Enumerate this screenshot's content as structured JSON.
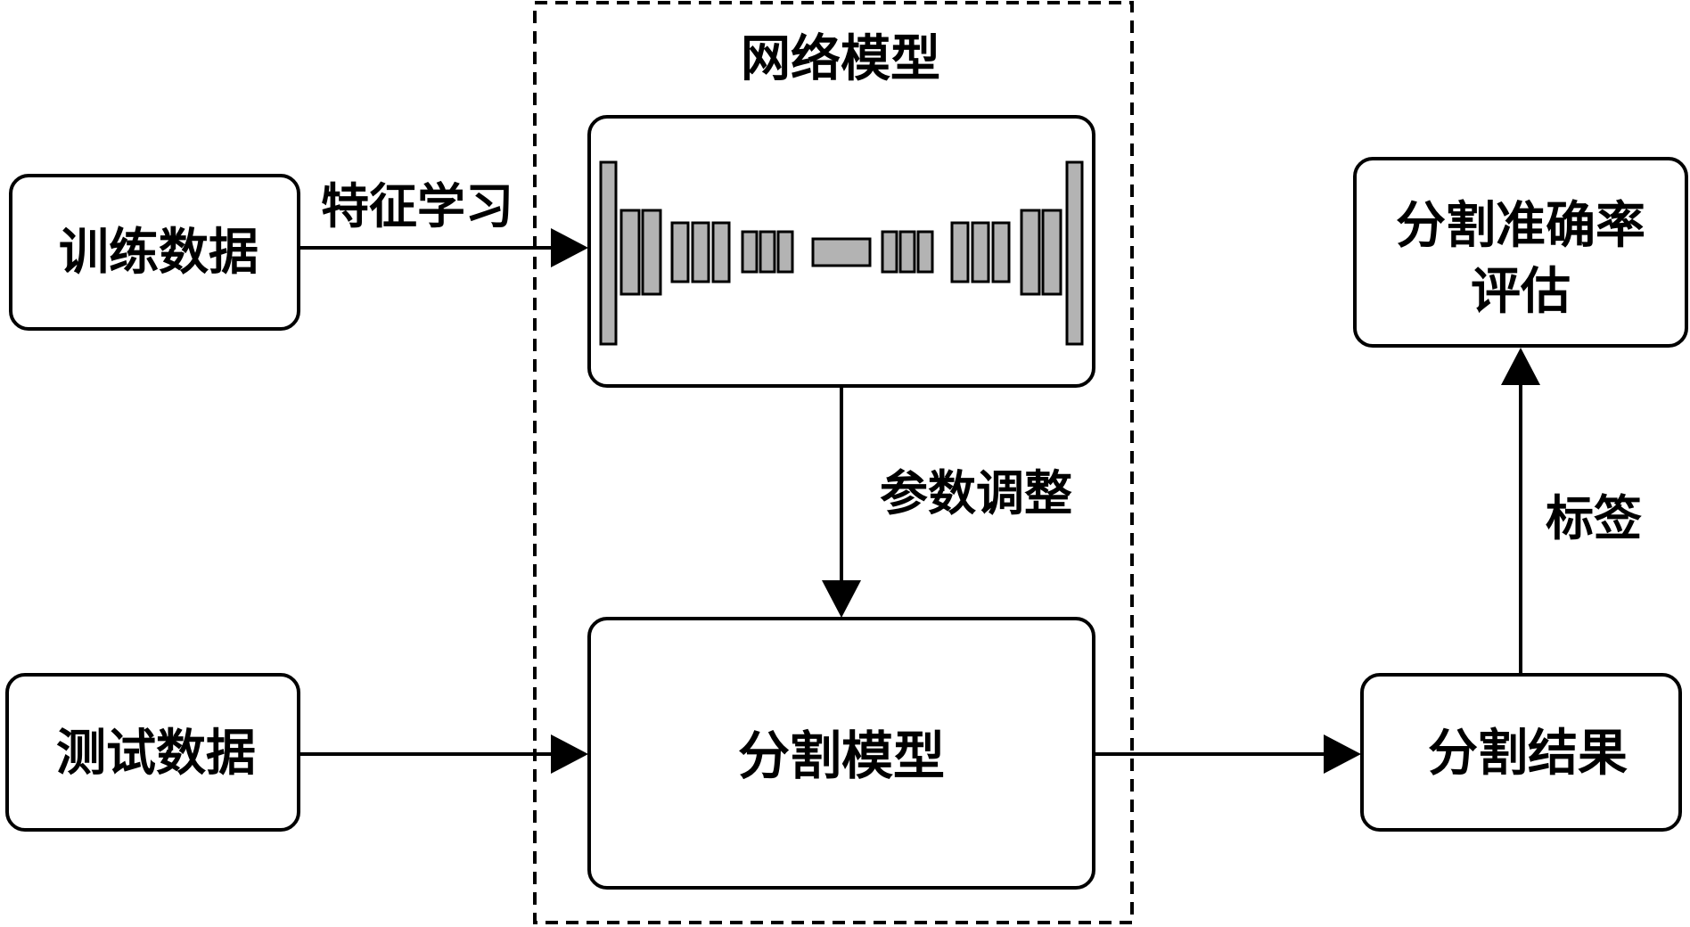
{
  "network": {
    "title": "网络模型"
  },
  "nodes": {
    "train": "训练数据",
    "test": "测试数据",
    "seg_model": "分割模型",
    "seg_result": "分割结果",
    "eval_line1": "分割准确率",
    "eval_line2": "评估"
  },
  "edges": {
    "feature_learning": "特征学习",
    "param_adjust": "参数调整",
    "label": "标签"
  },
  "colors": {
    "stroke": "#000000",
    "block_fill": "#b3b3b3",
    "background": "#ffffff"
  },
  "icons": {
    "unet": "unet-architecture-icon"
  }
}
